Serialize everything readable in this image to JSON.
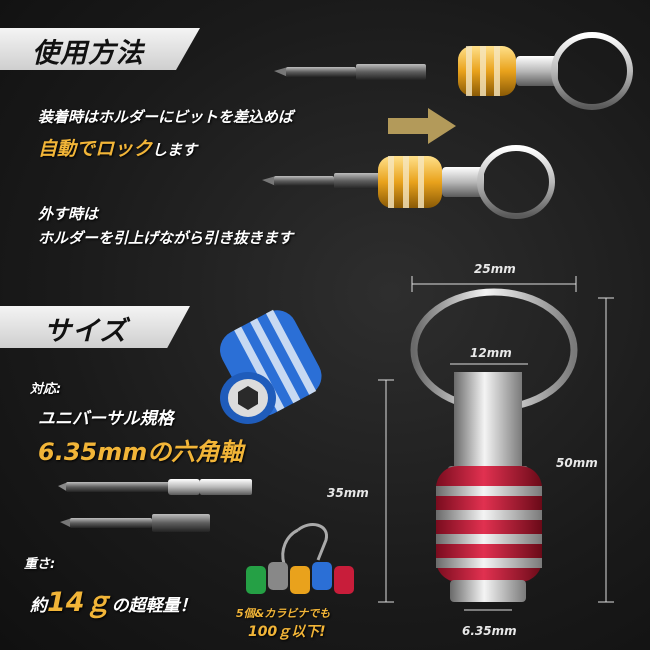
{
  "usage": {
    "title": "使用方法",
    "line1": "装着時はホルダーにビットを差込めば",
    "line2_highlight": "自動でロック",
    "line2_rest": "します",
    "line3": "外す時は",
    "line4": "ホルダーを引上げながら引き抜きます"
  },
  "size": {
    "title": "サイズ",
    "compat_label": "対応:",
    "compat_line1": "ユニバーサル規格",
    "compat_line2": "6.35mmの六角軸",
    "weight_label": "重さ:",
    "weight_prefix": "約",
    "weight_value": "14ｇ",
    "weight_suffix": "の超軽量！",
    "set_note_line1": "5個&カラビナでも",
    "set_note_line2": "100ｇ以下!"
  },
  "dimensions": {
    "ring_width": "25mm",
    "ring_inner": "12mm",
    "total_height": "50mm",
    "body_height": "35mm",
    "hex_size": "6.35mm"
  },
  "colors": {
    "accent_gold": "#f2b538",
    "holder_gold": "#e9a21c",
    "holder_red": "#c81d3a",
    "holder_blue": "#2b6fd6",
    "arrow": "#b39a5a"
  }
}
